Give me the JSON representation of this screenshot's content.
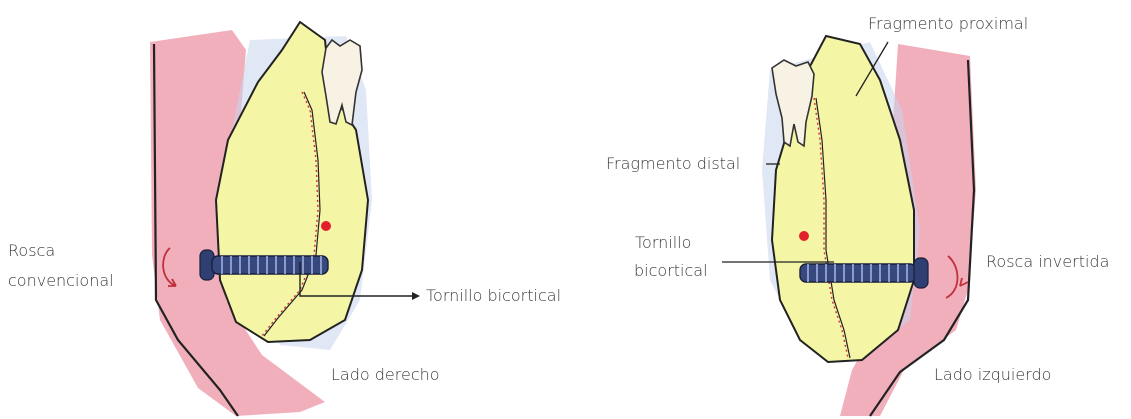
{
  "left_panel": {
    "rosca_label_line1": "Rosca",
    "rosca_label_line2": "convencional",
    "screw_label": "Tornillo bicortical",
    "side_label": "Lado derecho"
  },
  "right_panel": {
    "proximal_label": "Fragmento proximal",
    "distal_label": "Fragmento distal",
    "screw_label_line1": "Tornillo",
    "screw_label_line2": "bicortical",
    "rosca_label": "Rosca invertida",
    "side_label": "Lado izquierdo"
  },
  "colors": {
    "soft_tissue": "#f0a0b0",
    "bone": "#f2f4a8",
    "screw": "#2f3f72",
    "rotation_arrow": "#c0303a",
    "outline": "#222222"
  }
}
